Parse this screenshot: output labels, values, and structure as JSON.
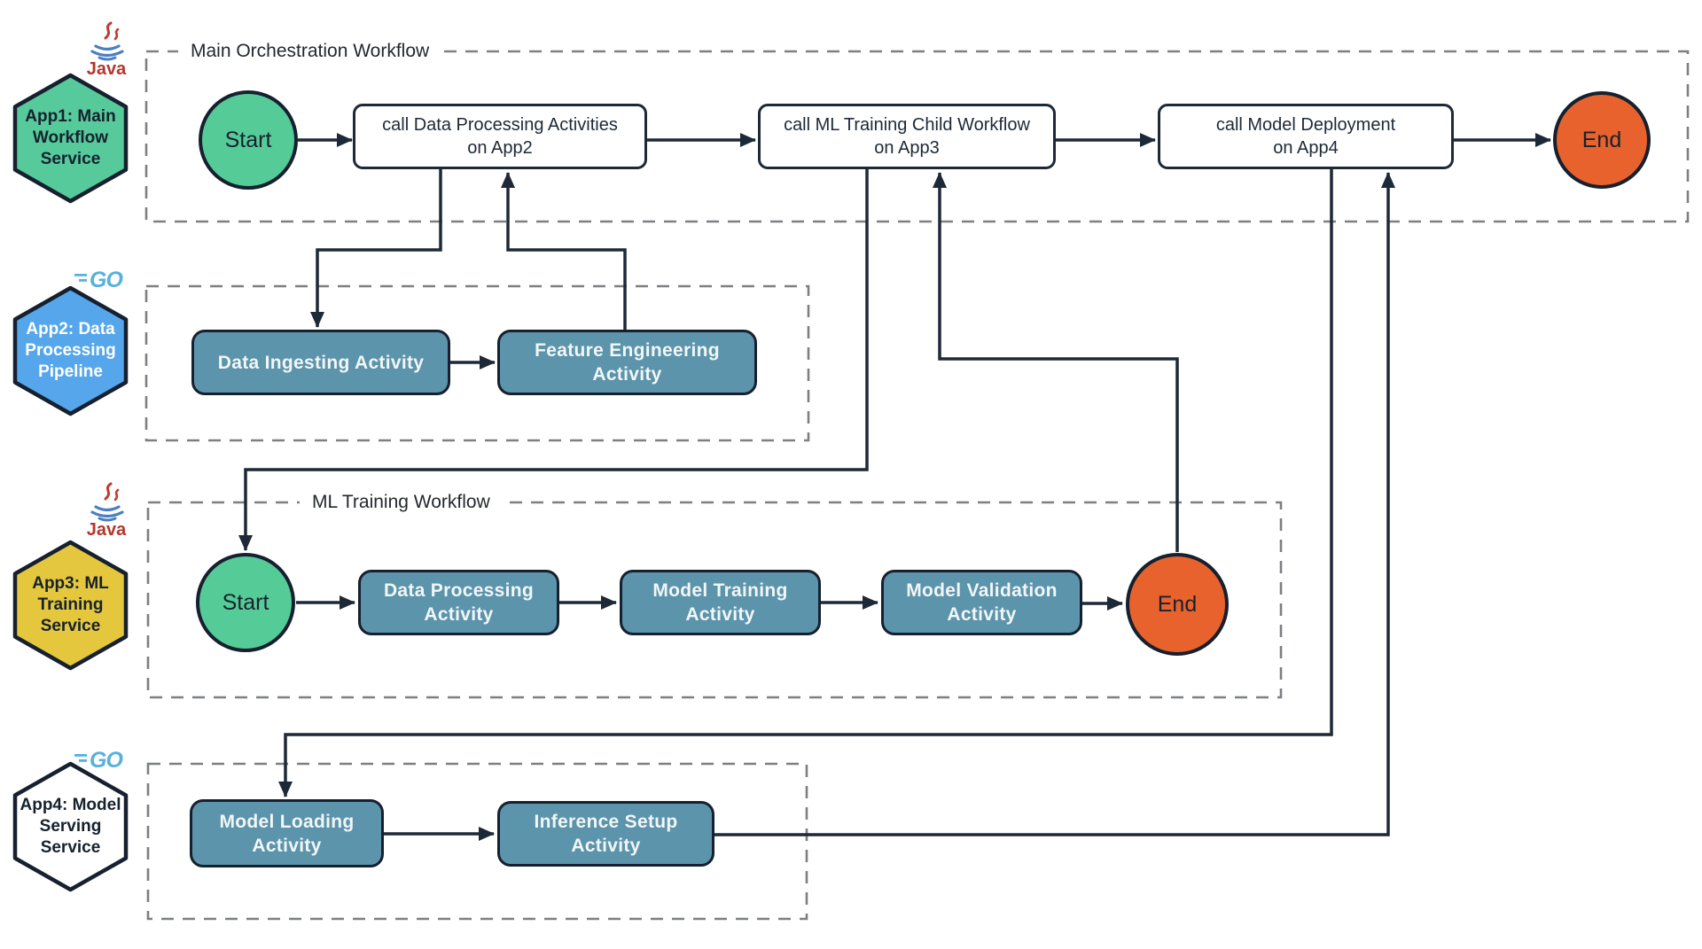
{
  "groups": {
    "main": {
      "title": "Main Orchestration Workflow"
    },
    "ml": {
      "title": "ML Training Workflow"
    }
  },
  "apps": {
    "app1": {
      "line1": "App1: Main",
      "line2": "Workflow",
      "line3": "Service",
      "tech": "java"
    },
    "app2": {
      "line1": "App2: Data",
      "line2": "Processing",
      "line3": "Pipeline",
      "tech": "go"
    },
    "app3": {
      "line1": "App3: ML",
      "line2": "Training",
      "line3": "Service",
      "tech": "java"
    },
    "app4": {
      "line1": "App4: Model",
      "line2": "Serving",
      "line3": "Service",
      "tech": "go"
    }
  },
  "logos": {
    "java": "Java",
    "go": "GO"
  },
  "nodes": {
    "start1": {
      "label": "Start"
    },
    "call_data_processing": {
      "line1": "call Data Processing Activities",
      "line2": "on App2"
    },
    "call_ml_training": {
      "line1": "call ML Training Child Workflow",
      "line2": "on App3"
    },
    "call_model_deployment": {
      "line1": "call Model Deployment",
      "line2": "on App4"
    },
    "end1": {
      "label": "End"
    },
    "data_ingesting": {
      "line1": "Data Ingesting Activity"
    },
    "feature_engineering": {
      "line1": "Feature Engineering",
      "line2": "Activity"
    },
    "start2": {
      "label": "Start"
    },
    "data_processing": {
      "line1": "Data Processing",
      "line2": "Activity"
    },
    "model_training": {
      "line1": "Model Training",
      "line2": "Activity"
    },
    "model_validation": {
      "line1": "Model Validation",
      "line2": "Activity"
    },
    "end2": {
      "label": "End"
    },
    "model_loading": {
      "line1": "Model Loading",
      "line2": "Activity"
    },
    "inference_setup": {
      "line1": "Inference Setup",
      "line2": "Activity"
    }
  },
  "colors": {
    "start_green": "#55cb98",
    "end_orange": "#e8622d",
    "activity_teal": "#5b94ab",
    "app1_hex_green": "#57ca9c",
    "app2_hex_blue": "#55a6ea",
    "app3_hex_yellow": "#e5c73e",
    "app4_hex_white": "#ffffff",
    "stroke_navy": "#1d2937",
    "dashed_gray": "#7c8083",
    "go_logo_blue": "#57b1dd",
    "java_logo_red": "#c03a31",
    "java_logo_blue": "#4a7fc1"
  }
}
